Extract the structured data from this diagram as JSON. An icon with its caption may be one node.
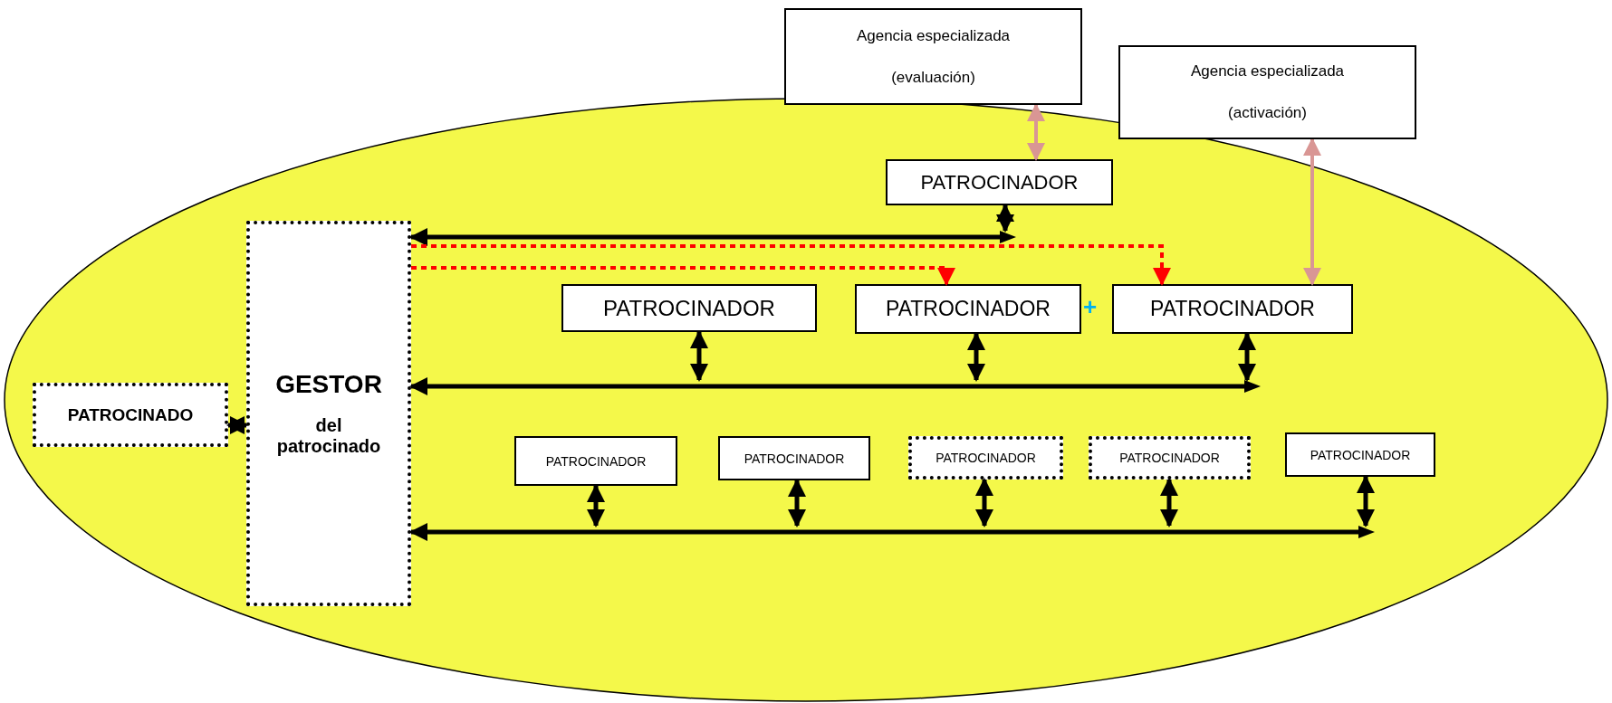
{
  "diagram": {
    "nodes": [
      {
        "text": [],
        "shape": "ellipse"
      },
      {
        "text": [
          "Agencia especializada",
          "(evaluación)"
        ]
      },
      {
        "text": [
          "Agencia especializada",
          "(activación)"
        ]
      },
      {
        "text": [
          "PATROCINADOR"
        ],
        "in": 0
      },
      {
        "text": [],
        "shape": "bar",
        "in": 0
      },
      {
        "text": [
          "GESTOR",
          "del patrocinado"
        ],
        "in": 0
      },
      {
        "text": [
          "PATROCINADOR"
        ],
        "in": 0
      },
      {
        "text": [
          "PATROCINADOR"
        ],
        "in": 0
      },
      {
        "text": [
          "PATROCINADOR"
        ],
        "in": 0
      },
      {
        "text": [],
        "shape": "bar",
        "in": 0
      },
      {
        "text": [
          "PATROCINADO"
        ],
        "in": 0
      },
      {
        "text": [
          "PATROCINADOR"
        ],
        "in": 0
      },
      {
        "text": [
          "PATROCINADOR"
        ],
        "in": 0
      },
      {
        "text": [
          "PATROCINADOR"
        ],
        "in": 0
      },
      {
        "text": [
          "PATROCINADOR"
        ],
        "in": 0
      },
      {
        "text": [
          "PATROCINADOR"
        ],
        "in": 0
      },
      {
        "text": [],
        "shape": "bar",
        "in": 0
      }
    ],
    "edges": [
      {
        "from": 1,
        "to": 3,
        "arrow": "both",
        "color": "#d99694"
      },
      {
        "from": 2,
        "to": 8,
        "arrow": "both",
        "color": "#d99694"
      },
      {
        "from": 3,
        "to": 4,
        "arrow": "both"
      },
      {
        "from": 4,
        "to": 5,
        "arrow": "to"
      },
      {
        "from": 5,
        "to": 8,
        "arrow": "to",
        "style": "dashed",
        "color": "#ff0000"
      },
      {
        "from": 5,
        "to": 7,
        "arrow": "to",
        "style": "dashed",
        "color": "#ff0000"
      },
      {
        "from": 6,
        "to": 9,
        "arrow": "both"
      },
      {
        "from": 7,
        "to": 9,
        "arrow": "both"
      },
      {
        "from": 8,
        "to": 9,
        "arrow": "both"
      },
      {
        "from": 9,
        "to": 5,
        "arrow": "to"
      },
      {
        "from": 10,
        "to": 5,
        "arrow": "both"
      },
      {
        "from": 11,
        "to": 16,
        "arrow": "both"
      },
      {
        "from": 12,
        "to": 16,
        "arrow": "both"
      },
      {
        "from": 13,
        "to": 16,
        "arrow": "both"
      },
      {
        "from": 14,
        "to": 16,
        "arrow": "both"
      },
      {
        "from": 15,
        "to": 16,
        "arrow": "both"
      },
      {
        "from": 16,
        "to": 5,
        "arrow": "to"
      }
    ],
    "labels": [
      "+"
    ]
  }
}
